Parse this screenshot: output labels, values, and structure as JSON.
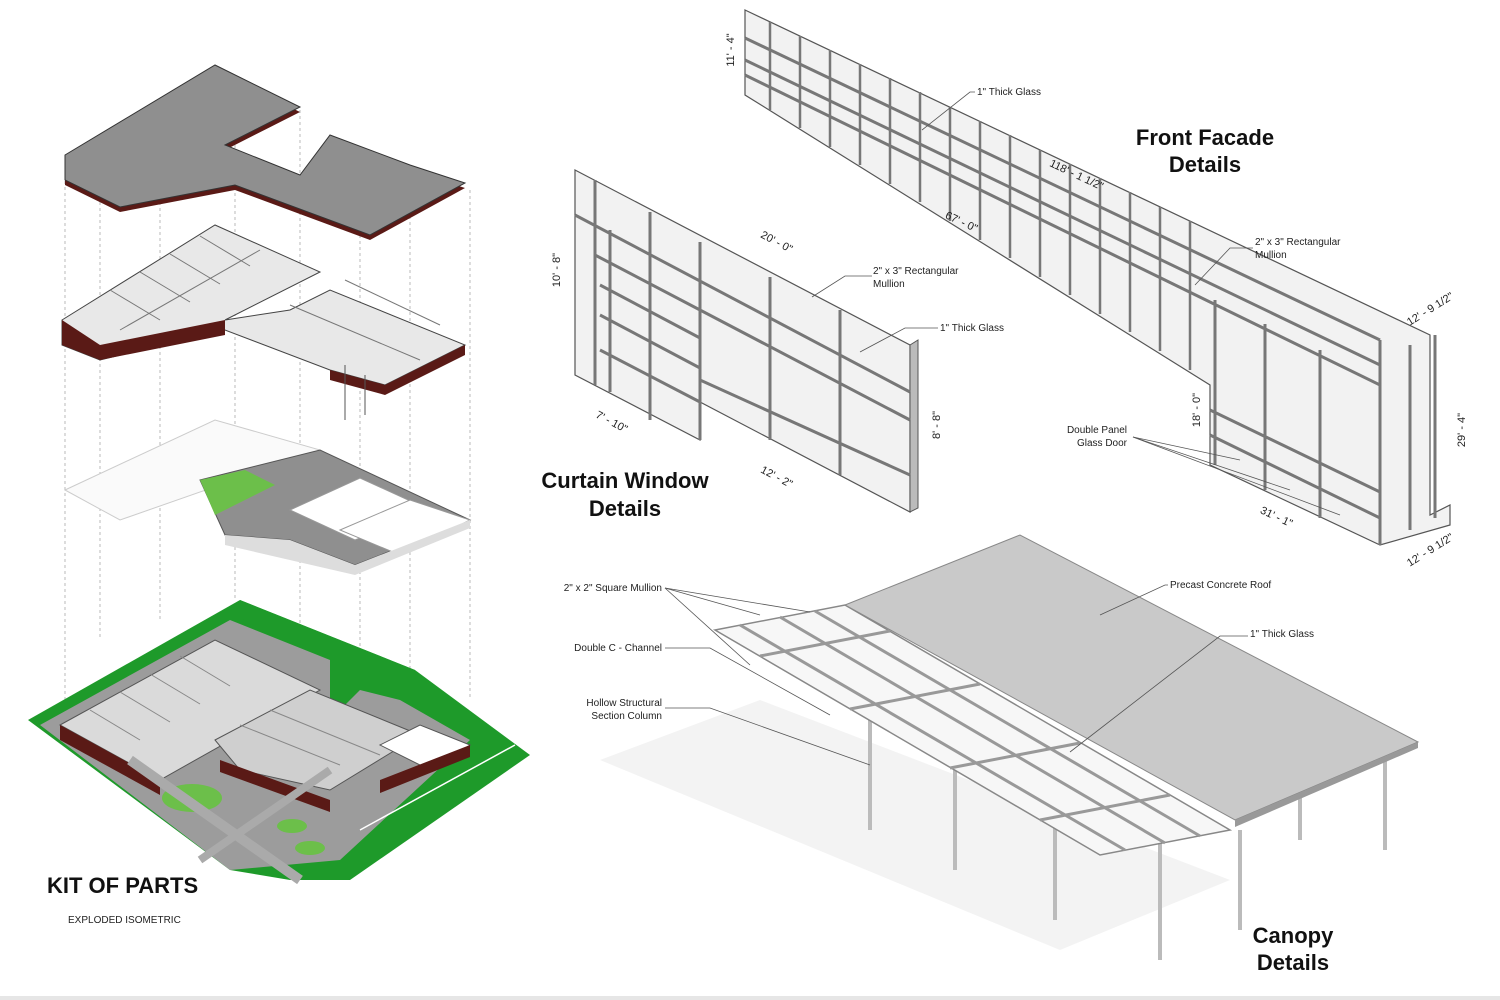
{
  "kit_of_parts": {
    "title": "KIT OF PARTS",
    "subtitle": "EXPLODED ISOMETRIC"
  },
  "front_facade": {
    "title_line1": "Front Facade",
    "title_line2": "Details",
    "labels": {
      "glass": "1\" Thick Glass",
      "mullion_line1": "2\" x 3\" Rectangular",
      "mullion_line2": "Mullion",
      "door_line1": "Double Panel",
      "door_line2": "Glass Door"
    },
    "dimensions": {
      "height_left": "11' - 4\"",
      "length_total": "118' - 1 1/2\"",
      "length_lower": "67' - 0\"",
      "return_top": "12' - 9 1/2\"",
      "return_bottom": "12' - 9 1/2\"",
      "height_right": "29' - 4\"",
      "height_mid": "18' - 0\"",
      "length_front": "31' - 1\""
    }
  },
  "curtain_window": {
    "title_line1": "Curtain Window",
    "title_line2": "Details",
    "labels": {
      "mullion_line1": "2\" x 3\" Rectangular",
      "mullion_line2": "Mullion",
      "glass": "1\" Thick Glass"
    },
    "dimensions": {
      "length_top": "20' - 0\"",
      "height_left": "10' - 8\"",
      "depth_left": "7' - 10\"",
      "length_bottom": "12' - 2\"",
      "height_right": "8' - 8\""
    }
  },
  "canopy": {
    "title_line1": "Canopy",
    "title_line2": "Details",
    "labels": {
      "square_mullion": "2\" x 2\" Square Mullion",
      "c_channel": "Double C - Channel",
      "column_line1": "Hollow Structural",
      "column_line2": "Section Column",
      "roof": "Precast Concrete Roof",
      "glass": "1\" Thick Glass"
    }
  },
  "colors": {
    "site_green": "#1e9a2a",
    "roof_gray": "#8c8c8c",
    "brick": "#5a1a16"
  }
}
